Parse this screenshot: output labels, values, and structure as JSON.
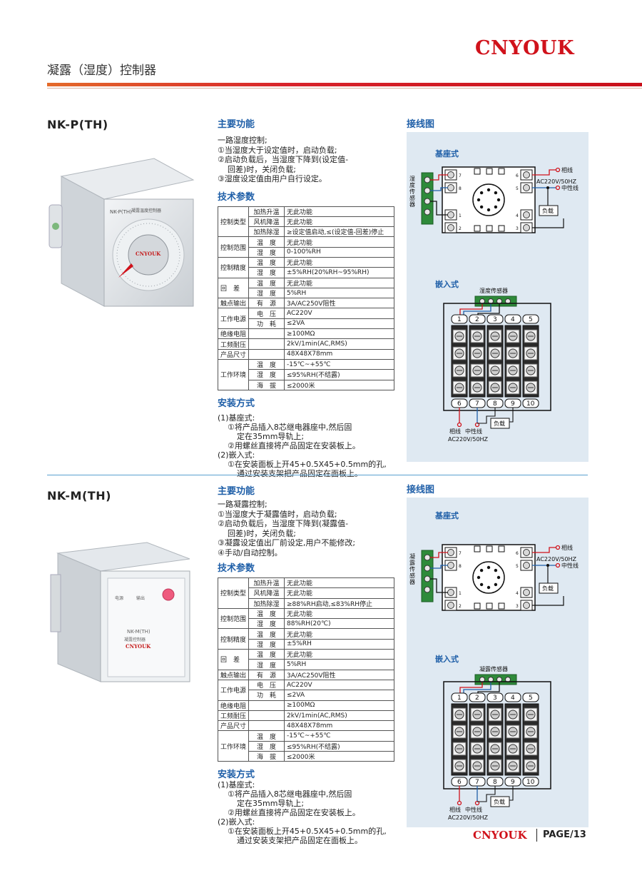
{
  "header": {
    "brand": "CNYOUK",
    "title": "凝露（湿度）控制器"
  },
  "footer": {
    "brand": "CNYOUK",
    "page": "PAGE/13"
  },
  "products": [
    {
      "model": "NK-P(TH)",
      "panel_label": "NK-P(TH)",
      "panel_sub": "凝露温度控制器",
      "panel_brand": "CNYOUK",
      "func_title": "主要功能",
      "func_lines": [
        "一路湿度控制;",
        "①当湿度大于设定值时，启动负载;",
        "②启动负载后，当湿度下降到(设定值-",
        "回差)时，关闭负载;",
        "③湿度设定值由用户自行设定。"
      ],
      "spec_title": "技术参数",
      "spec_rows": [
        [
          "控制类型",
          "加热升温",
          "无此功能"
        ],
        [
          "",
          "风机降温",
          "无此功能"
        ],
        [
          "",
          "加热除湿",
          "≥设定值启动,≤(设定值-回差)停止"
        ],
        [
          "控制范围",
          "温　度",
          "无此功能"
        ],
        [
          "",
          "湿　度",
          "0-100%RH"
        ],
        [
          "控制精度",
          "温　度",
          "无此功能"
        ],
        [
          "",
          "湿　度",
          "±5%RH(20%RH~95%RH)"
        ],
        [
          "回　差",
          "温　度",
          "无此功能"
        ],
        [
          "",
          "湿　度",
          "5%RH"
        ],
        [
          "触点输出",
          "有　源",
          "3A/AC250V阻性"
        ],
        [
          "工作电源",
          "电　压",
          "AC220V"
        ],
        [
          "",
          "功　耗",
          "≤2VA"
        ],
        [
          "绝缘电阻",
          "",
          "≥100MΩ"
        ],
        [
          "工频耐压",
          "",
          "2kV/1min(AC,RMS)"
        ],
        [
          "产品尺寸",
          "",
          "48X48X78mm"
        ],
        [
          "工作环境",
          "温　度",
          "-15℃~+55℃"
        ],
        [
          "",
          "湿　度",
          "≤95%RH(不结露)"
        ],
        [
          "",
          "海　拔",
          "≤2000米"
        ]
      ],
      "install_title": "安装方式",
      "install_lines": [
        {
          "t": "(1)基座式:",
          "lvl": 0
        },
        {
          "t": "①将产品插入8芯继电器座中,然后固",
          "lvl": 1
        },
        {
          "t": "定在35mm导轨上;",
          "lvl": 2
        },
        {
          "t": "②用螺丝直接将产品固定在安装板上。",
          "lvl": 1
        },
        {
          "t": "(2)嵌入式:",
          "lvl": 0
        },
        {
          "t": "①在安装面板上开45+0.5X45+0.5mm的孔,",
          "lvl": 1
        },
        {
          "t": "通过安装支架把产品固定在面板上。",
          "lvl": 2
        }
      ],
      "wiring": {
        "title": "接线图",
        "base_label": "基座式",
        "sensor_side": "湿度传感器",
        "phase": "相线",
        "supply": "AC220V/50HZ",
        "neutral": "中性线",
        "load": "负载",
        "embed_label": "嵌入式",
        "embed_sensor": "湿度传感器",
        "terminals_top": [
          "1",
          "2",
          "3",
          "4",
          "5"
        ],
        "terminals_bottom": [
          "6",
          "7",
          "8",
          "9",
          "10"
        ],
        "base_pins_left": [
          "7",
          "8",
          "1",
          "2"
        ],
        "base_pins_right": [
          "6",
          "5",
          "4",
          "3"
        ],
        "embed_phase": "相线",
        "embed_neutral": "中性线",
        "embed_load": "负载",
        "embed_supply": "AC220V/50HZ"
      }
    },
    {
      "model": "NK-M(TH)",
      "panel_label": "NK-M(TH)",
      "panel_sub": "凝露控制器",
      "panel_brand": "CNYOUK",
      "panel_left": "电源",
      "panel_right": "输出",
      "func_title": "主要功能",
      "func_lines": [
        "一路凝露控制;",
        "①当湿度大于凝露值时，启动负载;",
        "②启动负载后，当湿度下降到(凝露值-",
        "回差)时，关闭负载;",
        "③凝露设定值出厂前设定,用户不能修改;",
        "④手动/自动控制。"
      ],
      "spec_title": "技术参数",
      "spec_rows": [
        [
          "控制类型",
          "加热升温",
          "无此功能"
        ],
        [
          "",
          "风机降温",
          "无此功能"
        ],
        [
          "",
          "加热除湿",
          "≥88%RH启动,≤83%RH停止"
        ],
        [
          "控制范围",
          "温　度",
          "无此功能"
        ],
        [
          "",
          "湿　度",
          "88%RH(20℃)"
        ],
        [
          "控制精度",
          "温　度",
          "无此功能"
        ],
        [
          "",
          "湿　度",
          "±5%RH"
        ],
        [
          "回　差",
          "温　度",
          "无此功能"
        ],
        [
          "",
          "湿　度",
          "5%RH"
        ],
        [
          "触点输出",
          "有　源",
          "3A/AC250V阻性"
        ],
        [
          "工作电源",
          "电　压",
          "AC220V"
        ],
        [
          "",
          "功　耗",
          "≤2VA"
        ],
        [
          "绝缘电阻",
          "",
          "≥100MΩ"
        ],
        [
          "工频耐压",
          "",
          "2kV/1min(AC,RMS)"
        ],
        [
          "产品尺寸",
          "",
          "48X48X78mm"
        ],
        [
          "工作环境",
          "温　度",
          "-15℃~+55℃"
        ],
        [
          "",
          "湿　度",
          "≤95%RH(不结露)"
        ],
        [
          "",
          "海　拔",
          "≤2000米"
        ]
      ],
      "install_title": "安装方式",
      "install_lines": [
        {
          "t": "(1)基座式:",
          "lvl": 0
        },
        {
          "t": "①将产品插入8芯继电器座中,然后固",
          "lvl": 1
        },
        {
          "t": "定在35mm导轨上;",
          "lvl": 2
        },
        {
          "t": "②用螺丝直接将产品固定在安装板上。",
          "lvl": 1
        },
        {
          "t": "(2)嵌入式:",
          "lvl": 0
        },
        {
          "t": "①在安装面板上开45+0.5X45+0.5mm的孔,",
          "lvl": 1
        },
        {
          "t": "通过安装支架把产品固定在面板上。",
          "lvl": 2
        }
      ],
      "wiring": {
        "title": "接线图",
        "base_label": "基座式",
        "sensor_side": "凝露传感器",
        "phase": "相线",
        "supply": "AC220V/50HZ",
        "neutral": "中性线",
        "load": "负载",
        "embed_label": "嵌入式",
        "embed_sensor": "凝露传感器",
        "terminals_top": [
          "1",
          "2",
          "3",
          "4",
          "5"
        ],
        "terminals_bottom": [
          "6",
          "7",
          "8",
          "9",
          "10"
        ],
        "base_pins_left": [
          "7",
          "8",
          "1",
          "2"
        ],
        "base_pins_right": [
          "6",
          "5",
          "4",
          "3"
        ],
        "embed_phase": "相线",
        "embed_neutral": "中性线",
        "embed_load": "负载",
        "embed_supply": "AC220V/50HZ"
      }
    }
  ]
}
